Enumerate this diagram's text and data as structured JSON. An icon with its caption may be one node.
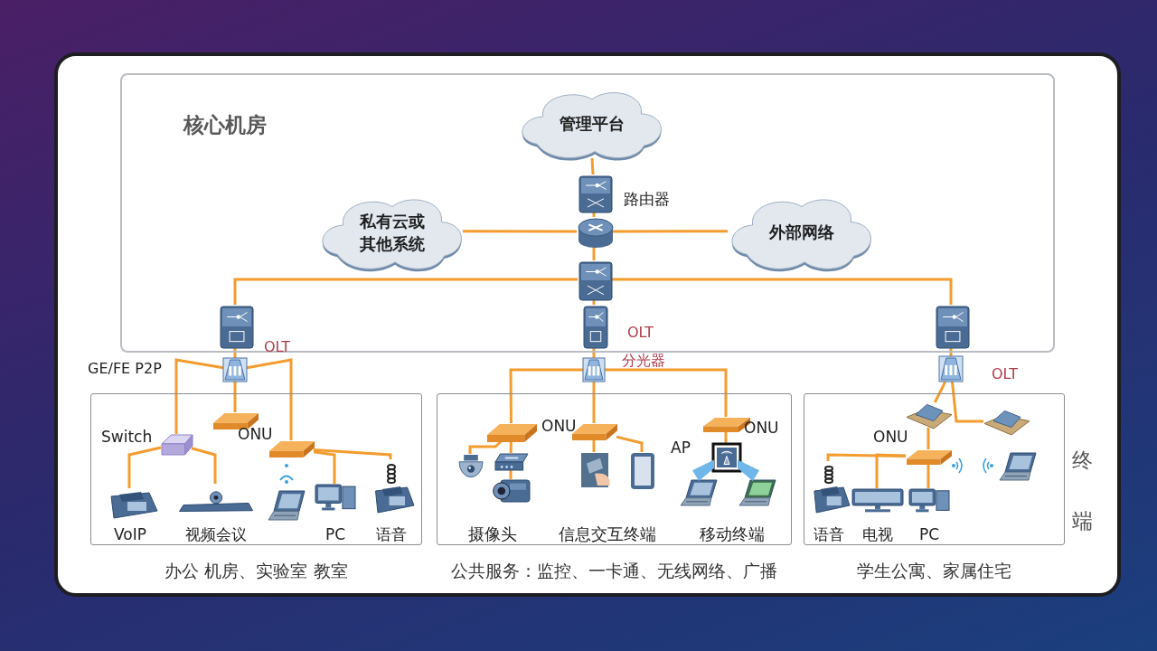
{
  "diagram": {
    "nodes": [
      {
        "text": [
          "核心机房"
        ]
      },
      {
        "text": [
          "管理平台"
        ],
        "in": 0
      },
      {
        "text": [],
        "shape": "picture",
        "beside": [
          "路由器"
        ],
        "in": 0
      },
      {
        "text": [
          "私有云或其他系统"
        ],
        "in": 0
      },
      {
        "text": [],
        "shape": "picture",
        "in": 0
      },
      {
        "text": [
          "外部网络"
        ],
        "in": 0
      },
      {
        "text": [],
        "shape": "picture",
        "in": 0
      },
      {
        "text": [],
        "shape": "picture",
        "beside": [
          "OLT"
        ],
        "in": 0
      },
      {
        "text": [],
        "shape": "picture",
        "beside": [
          "OLT"
        ],
        "in": 0
      },
      {
        "text": [],
        "shape": "picture",
        "beside": [
          "OLT"
        ],
        "in": 0
      },
      {
        "text": [],
        "shape": "picture"
      },
      {
        "text": [],
        "shape": "picture",
        "beside": [
          "分光器"
        ]
      },
      {
        "text": [],
        "shape": "picture"
      },
      {
        "text": [
          "办公 机房、实验室 教室"
        ]
      },
      {
        "text": [],
        "shape": "picture",
        "beside": [
          "Switch"
        ],
        "in": 13
      },
      {
        "text": [],
        "shape": "picture",
        "beside": [
          "ONU"
        ],
        "in": 13
      },
      {
        "text": [],
        "shape": "picture",
        "in": 13
      },
      {
        "text": [
          "VoIP"
        ],
        "in": 13
      },
      {
        "text": [
          "视频会议"
        ],
        "in": 13
      },
      {
        "text": [],
        "shape": "picture",
        "in": 13
      },
      {
        "text": [
          "PC"
        ],
        "in": 13
      },
      {
        "text": [
          "语音"
        ],
        "in": 13
      },
      {
        "text": [
          "公共服务：监控、一卡通、无线网络、广播"
        ]
      },
      {
        "text": [],
        "shape": "picture",
        "beside": [
          "ONU"
        ],
        "in": 22
      },
      {
        "text": [],
        "shape": "picture",
        "in": 22
      },
      {
        "text": [],
        "shape": "picture",
        "beside": [
          "ONU"
        ],
        "in": 22
      },
      {
        "text": [],
        "shape": "picture",
        "in": 22
      },
      {
        "text": [],
        "shape": "picture",
        "in": 22
      },
      {
        "text": [],
        "shape": "picture",
        "in": 22
      },
      {
        "text": [],
        "shape": "picture",
        "in": 22
      },
      {
        "text": [],
        "shape": "picture",
        "in": 22
      },
      {
        "text": [],
        "shape": "picture",
        "beside": [
          "AP"
        ],
        "in": 22
      },
      {
        "text": [],
        "shape": "picture",
        "in": 22
      },
      {
        "text": [],
        "shape": "picture",
        "in": 22
      },
      {
        "text": [
          "学生公寓、家属住宅"
        ]
      },
      {
        "text": [],
        "shape": "picture",
        "in": 34
      },
      {
        "text": [],
        "shape": "picture",
        "in": 34
      },
      {
        "text": [],
        "shape": "picture",
        "beside": [
          "ONU"
        ],
        "in": 34
      },
      {
        "text": [
          "语音"
        ],
        "in": 34
      },
      {
        "text": [
          "电视"
        ],
        "in": 34
      },
      {
        "text": [
          "PC"
        ],
        "in": 34
      },
      {
        "text": [],
        "shape": "picture",
        "in": 34
      }
    ],
    "edges": [
      {
        "from": 1,
        "to": 2,
        "arrow": "none"
      },
      {
        "from": 2,
        "to": 4,
        "arrow": "none"
      },
      {
        "from": 3,
        "to": 4,
        "arrow": "none"
      },
      {
        "from": 4,
        "to": 5,
        "arrow": "none"
      },
      {
        "from": 4,
        "to": 6,
        "arrow": "none"
      },
      {
        "from": 6,
        "to": 7,
        "arrow": "none"
      },
      {
        "from": 6,
        "to": 8,
        "arrow": "none"
      },
      {
        "from": 6,
        "to": 9,
        "arrow": "none"
      },
      {
        "from": 7,
        "to": 10,
        "arrow": "none"
      },
      {
        "from": 8,
        "to": 11,
        "arrow": "none"
      },
      {
        "from": 9,
        "to": 12,
        "arrow": "none"
      },
      {
        "from": 10,
        "to": 14,
        "arrow": "none"
      },
      {
        "from": 10,
        "to": 15,
        "arrow": "none"
      },
      {
        "from": 10,
        "to": 16,
        "arrow": "none"
      },
      {
        "from": 14,
        "to": 17,
        "arrow": "none"
      },
      {
        "from": 14,
        "to": 18,
        "arrow": "none"
      },
      {
        "from": 16,
        "to": 20,
        "arrow": "none"
      },
      {
        "from": 16,
        "to": 21,
        "arrow": "none"
      },
      {
        "from": 11,
        "to": 23,
        "arrow": "none"
      },
      {
        "from": 11,
        "to": 24,
        "arrow": "none"
      },
      {
        "from": 11,
        "to": 25,
        "arrow": "none"
      },
      {
        "from": 23,
        "to": 26,
        "arrow": "none"
      },
      {
        "from": 23,
        "to": 27,
        "arrow": "none"
      },
      {
        "from": 27,
        "to": 28,
        "arrow": "none"
      },
      {
        "from": 24,
        "to": 29,
        "arrow": "none"
      },
      {
        "from": 24,
        "to": 30,
        "arrow": "none"
      },
      {
        "from": 25,
        "to": 31,
        "arrow": "none"
      },
      {
        "from": 12,
        "to": 35,
        "arrow": "none"
      },
      {
        "from": 12,
        "to": 36,
        "arrow": "none"
      },
      {
        "from": 35,
        "to": 37,
        "arrow": "none"
      },
      {
        "from": 37,
        "to": 38,
        "arrow": "none"
      },
      {
        "from": 37,
        "to": 39,
        "arrow": "none"
      },
      {
        "from": 37,
        "to": 40,
        "arrow": "none"
      }
    ],
    "labels": [
      "GE/FE P2P",
      "摄像头",
      "信息交互终端",
      "移动终端",
      "终端"
    ]
  }
}
